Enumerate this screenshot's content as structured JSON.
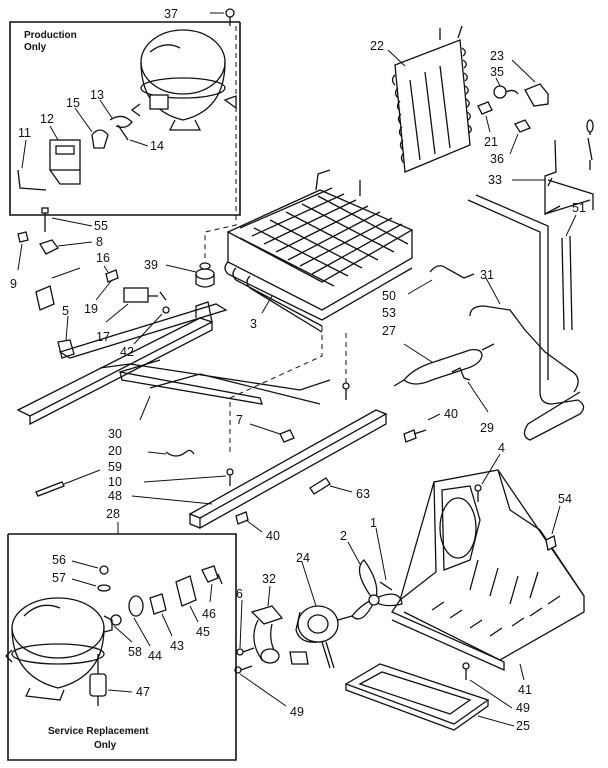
{
  "notes": {
    "production": [
      "Production",
      "Only"
    ],
    "service": [
      "Service Replacement",
      "Only"
    ]
  },
  "callouts": {
    "c37": "37",
    "c22": "22",
    "c23": "23",
    "c35": "35",
    "c21": "21",
    "c36": "36",
    "c33": "33",
    "c51": "51",
    "c13": "13",
    "c15": "15",
    "c12": "12",
    "c11": "11",
    "c14": "14",
    "c55": "55",
    "c8": "8",
    "c9": "9",
    "c16": "16",
    "c39": "39",
    "c5": "5",
    "c19": "19",
    "c17": "17",
    "c42": "42",
    "c3": "3",
    "c50": "50",
    "c53": "53",
    "c27": "27",
    "c31": "31",
    "c7": "7",
    "c40a": "40",
    "c29": "29",
    "c30": "30",
    "c20": "20",
    "c59": "59",
    "c10": "10",
    "c48": "48",
    "c63": "63",
    "c4": "4",
    "c28": "28",
    "c40b": "40",
    "c54": "54",
    "c56": "56",
    "c57": "57",
    "c2": "2",
    "c1": "1",
    "c32": "32",
    "c24": "24",
    "c6": "6",
    "c46": "46",
    "c45": "45",
    "c43": "43",
    "c44": "44",
    "c58": "58",
    "c47": "47",
    "c49a": "49",
    "c49b": "49",
    "c41": "41",
    "c25": "25"
  }
}
